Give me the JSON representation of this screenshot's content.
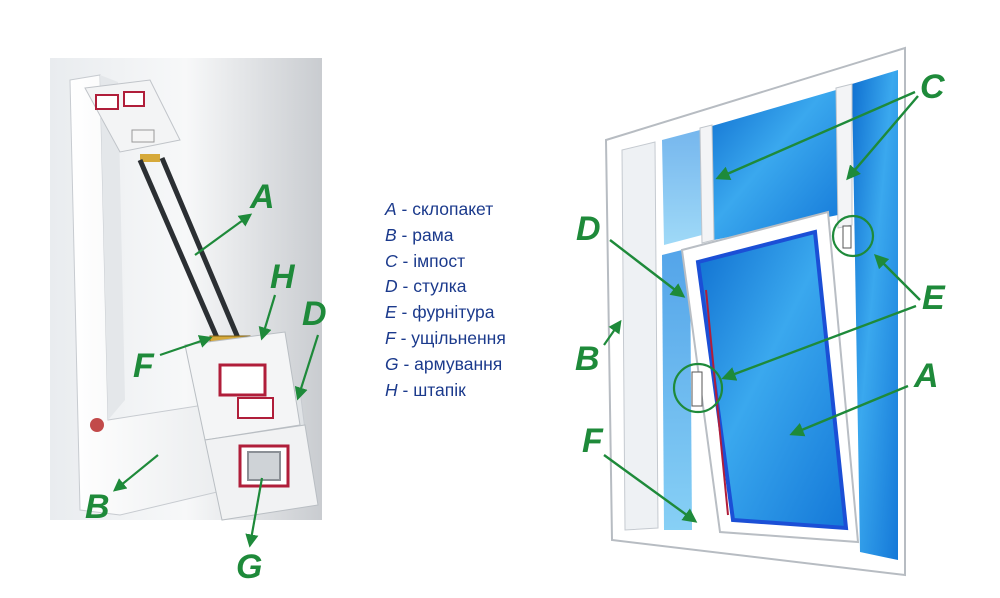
{
  "legend": [
    {
      "key": "A",
      "text": " - склопакет"
    },
    {
      "key": "B",
      "text": " - рама"
    },
    {
      "key": "C",
      "text": " - імпост"
    },
    {
      "key": "D",
      "text": " - стулка"
    },
    {
      "key": "E",
      "text": " - фурнітура"
    },
    {
      "key": "F",
      "text": " - ущільнення"
    },
    {
      "key": "G",
      "text": " - армування"
    },
    {
      "key": "H",
      "text": " - штапік"
    }
  ],
  "left_labels": {
    "A": "A",
    "B": "B",
    "D": "D",
    "F": "F",
    "G": "G",
    "H": "H"
  },
  "right_labels": {
    "A": "A",
    "B": "B",
    "C": "C",
    "D": "D",
    "E": "E",
    "F": "F"
  },
  "colors": {
    "arrow": "#1e8a3a",
    "legend_text": "#1b3a8c",
    "glass_blue": "#1f8ee0",
    "frame_white": "#ffffff",
    "gasket_red": "#b01e3a",
    "sash_blue": "#1b4fd6"
  }
}
